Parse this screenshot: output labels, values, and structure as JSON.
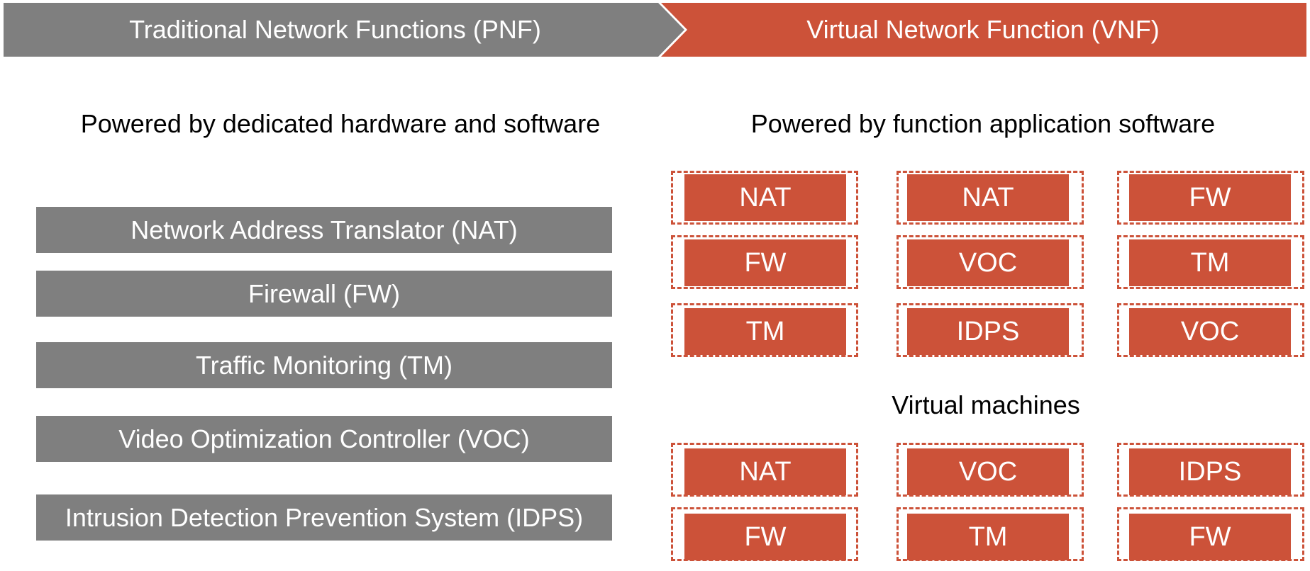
{
  "banner": {
    "pnf_title": "Traditional Network Functions (PNF)",
    "vnf_title": "Virtual Network Function (VNF)",
    "pnf_color": "#7f7f7f",
    "vnf_color": "#cc5239"
  },
  "pnf": {
    "subheading": "Powered by dedicated hardware and software",
    "functions": [
      "Network Address Translator (NAT)",
      "Firewall (FW)",
      "Traffic Monitoring (TM)",
      "Video Optimization Controller (VOC)",
      "Intrusion Detection Prevention System (IDPS)"
    ]
  },
  "vnf": {
    "subheading": "Powered by function application software",
    "vm_caption": "Virtual machines",
    "upper_grid": [
      [
        "NAT",
        "NAT",
        "FW"
      ],
      [
        "FW",
        "VOC",
        "TM"
      ],
      [
        "TM",
        "IDPS",
        "VOC"
      ]
    ],
    "lower_grid": [
      [
        "NAT",
        "VOC",
        "IDPS"
      ],
      [
        "FW",
        "TM",
        "FW"
      ]
    ]
  }
}
